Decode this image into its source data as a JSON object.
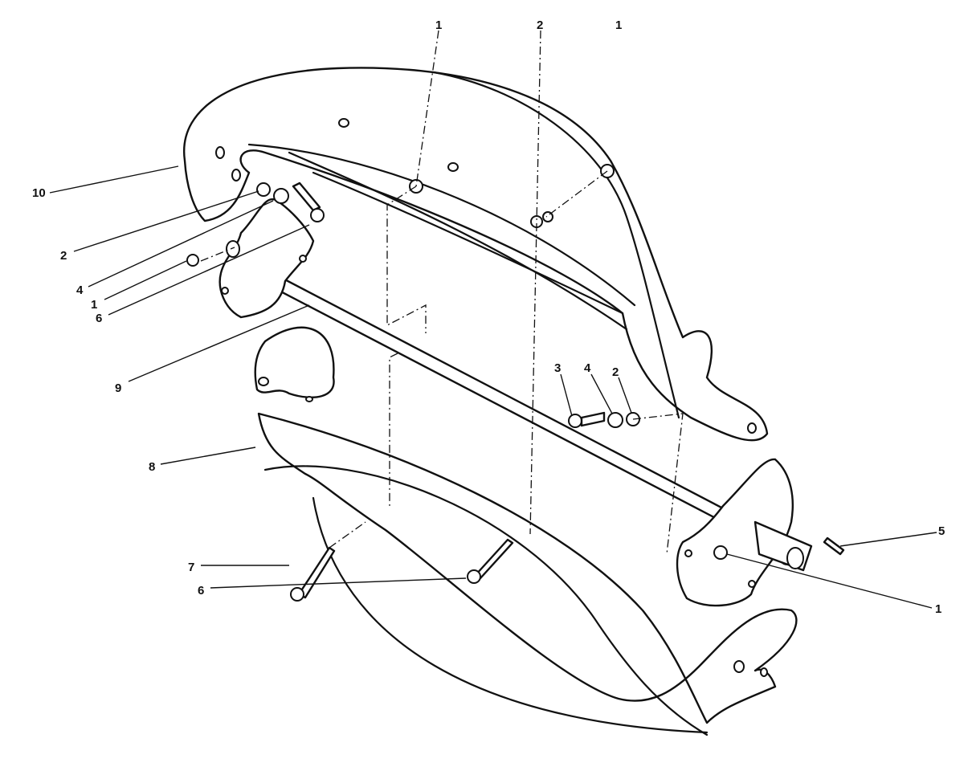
{
  "callouts": [
    "1",
    "2",
    "1",
    "10",
    "2",
    "4",
    "1",
    "6",
    "9",
    "3",
    "4",
    "2",
    "8",
    "5",
    "7",
    "6",
    "1"
  ]
}
